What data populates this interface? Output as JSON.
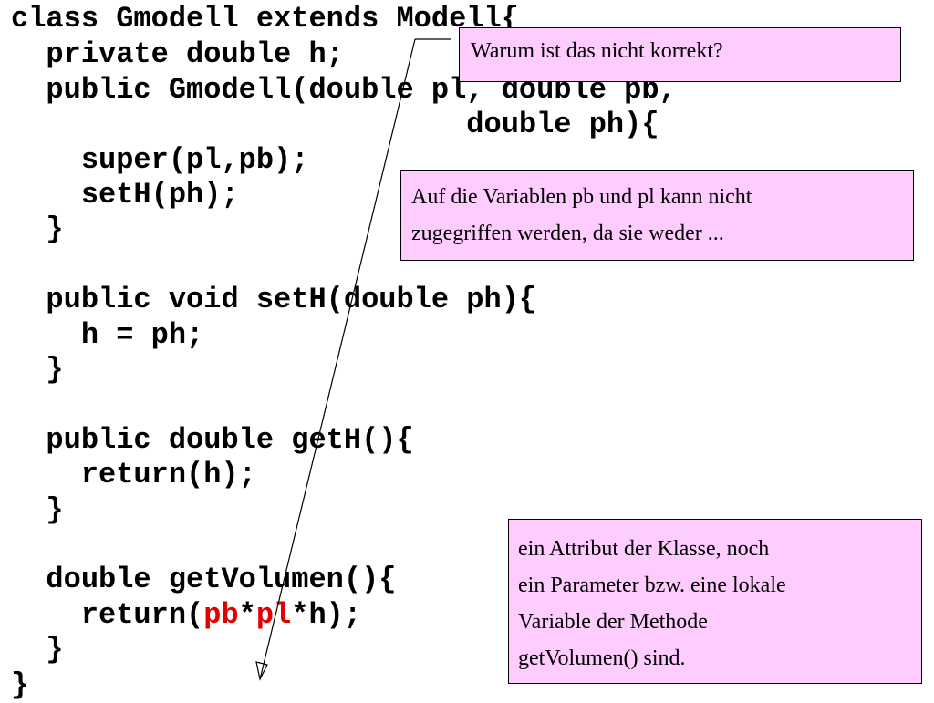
{
  "code": {
    "lines": [
      "class Gmodell extends Modell{",
      "  private double h;",
      "  public Gmodell(double pl, double pb,",
      "                          double ph){",
      "    super(pl,pb);",
      "    setH(ph);",
      "  }",
      "",
      "  public void setH(double ph){",
      "    h = ph;",
      "  }",
      "",
      "  public double getH(){",
      "    return(h);",
      "  }",
      "",
      "  double getVolumen(){",
      "    return(",
      "  }",
      "}"
    ],
    "return_prefix": "    return(",
    "return_pb": "pb",
    "return_star1": "*",
    "return_pl": "pl",
    "return_rest": "*h);"
  },
  "annotations": {
    "question": "Warum ist das nicht korrekt?",
    "answer_part1_lines": [
      "Auf die Variablen pb und pl kann nicht",
      "zugegriffen werden, da sie weder ..."
    ],
    "answer_part2_lines": [
      "ein Attribut der Klasse, noch",
      "ein Parameter bzw. eine lokale",
      "Variable der Methode",
      "getVolumen() sind."
    ]
  },
  "colors": {
    "highlight": "#e00000",
    "note_background": "#ffccff"
  }
}
